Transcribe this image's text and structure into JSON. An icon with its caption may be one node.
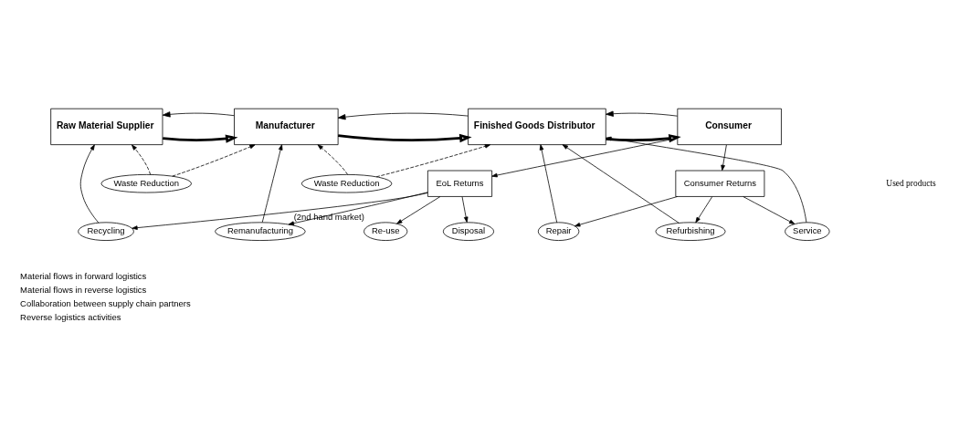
{
  "diagram": {
    "nodes": [
      {
        "text": [
          "Raw Material Supplier"
        ]
      },
      {
        "text": [
          "Manufacturer"
        ]
      },
      {
        "text": [
          "Finished Goods Distributor"
        ]
      },
      {
        "text": [
          "Consumer"
        ]
      },
      {
        "text": [
          "Waste Reduction"
        ]
      },
      {
        "text": [
          "Waste Reduction"
        ]
      },
      {
        "text": [
          "Repair"
        ]
      },
      {
        "text": [
          "Service"
        ]
      },
      {
        "text": [
          "Consumer Returns"
        ]
      },
      {
        "text": [
          "Refurbishing"
        ]
      },
      {
        "text": [
          "Remanufacturing"
        ]
      },
      {
        "text": [
          "Recycling"
        ]
      },
      {
        "text": [
          "EoL Returns"
        ]
      },
      {
        "text": [
          "Re-use"
        ],
        "beside": [
          "(2nd hand market)"
        ]
      },
      {
        "text": [
          "Disposal"
        ]
      }
    ],
    "edges": [
      {
        "from": 0,
        "to": 1,
        "arrow": "to",
        "style": "thick"
      },
      {
        "from": 1,
        "to": 2,
        "arrow": "to",
        "style": "thick"
      },
      {
        "from": 2,
        "to": 3,
        "arrow": "to",
        "style": "thick"
      },
      {
        "from": 1,
        "to": 0,
        "arrow": "to"
      },
      {
        "from": 2,
        "to": 1,
        "arrow": "to"
      },
      {
        "from": 3,
        "to": 2,
        "arrow": "to"
      },
      {
        "from": 4,
        "to": 0,
        "arrow": "to",
        "style": "dashed"
      },
      {
        "from": 4,
        "to": 1,
        "arrow": "to",
        "style": "dashed"
      },
      {
        "from": 5,
        "to": 1,
        "arrow": "to",
        "style": "dashed"
      },
      {
        "from": 5,
        "to": 2,
        "arrow": "to",
        "style": "dashed"
      },
      {
        "from": 6,
        "to": 2,
        "arrow": "to"
      },
      {
        "from": 7,
        "to": 2,
        "arrow": "to"
      },
      {
        "from": 9,
        "to": 2,
        "arrow": "to"
      },
      {
        "from": 10,
        "to": 1,
        "arrow": "to"
      },
      {
        "from": 11,
        "to": 0,
        "arrow": "to"
      },
      {
        "from": 3,
        "to": 8,
        "arrow": "to"
      },
      {
        "from": 3,
        "to": 12,
        "arrow": "to"
      },
      {
        "from": 8,
        "to": 6,
        "arrow": "to"
      },
      {
        "from": 8,
        "to": 7,
        "arrow": "to"
      },
      {
        "from": 8,
        "to": 9,
        "arrow": "to"
      },
      {
        "from": 12,
        "to": 10,
        "arrow": "to"
      },
      {
        "from": 12,
        "to": 11,
        "arrow": "to"
      },
      {
        "from": 12,
        "to": 13,
        "arrow": "to"
      },
      {
        "from": 12,
        "to": 14,
        "arrow": "to"
      }
    ],
    "labels": [
      "Used products"
    ],
    "legend": [
      {
        "text": "Material flows in forward logistics"
      },
      {
        "text": "Material flows in reverse logistics"
      },
      {
        "text": "Collaboration between supply chain partners"
      },
      {
        "text": "Reverse logistics activities"
      }
    ]
  }
}
